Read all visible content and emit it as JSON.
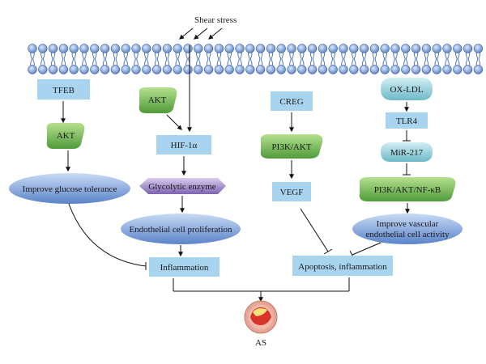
{
  "diagram": {
    "shear_stress_label": "Shear stress",
    "left_path": {
      "tfeb": "TFEB",
      "akt": "AKT",
      "glucose": "Improve glucose tolerance"
    },
    "hif_path": {
      "akt": "AKT",
      "hif": "HIF-1α",
      "glycolytic": "Glycolytic enzyme",
      "proliferation": "Endothelial cell proliferation"
    },
    "creg_path": {
      "creg": "CREG",
      "pi3k": "PI3K/AKT",
      "vegf": "VEGF"
    },
    "ox_path": {
      "oxldl": "OX-LDL",
      "tlr4": "TLR4",
      "mir": "MiR-217",
      "pi3k_nfkb": "PI3K/AKT/NF-κB",
      "improve_line1": "Improve vascular",
      "improve_line2": "endothelial cell activity"
    },
    "outcomes": {
      "inflammation": "Inflammation",
      "apoptosis": "Apoptosis, inflammation",
      "as": "AS"
    },
    "colors": {
      "membrane_head": "#8fb3e6",
      "box_fill": "#a9d4f0",
      "green_blob": "#7fbf5a",
      "blue_ellipse": "#7d9fd8",
      "teal_oval": "#8ecdd8",
      "purple_hex": "#9f86c9"
    }
  }
}
